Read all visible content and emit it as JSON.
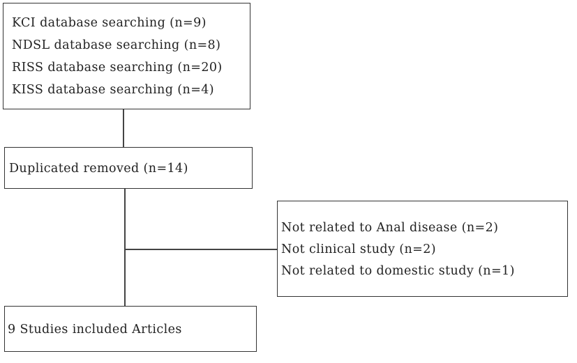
{
  "search_box": {
    "lines": [
      "KCI database searching (n=9)",
      "NDSL database searching (n=8)",
      "RISS database searching (n=20)",
      "KISS database searching (n=4)"
    ]
  },
  "duplicates_box": {
    "text": "Duplicated removed (n=14)"
  },
  "exclusion_box": {
    "lines": [
      "Not related to Anal disease (n=2)",
      "Not clinical study (n=2)",
      "Not related to domestic study (n=1)"
    ]
  },
  "included_box": {
    "text": "9 Studies included Articles"
  }
}
